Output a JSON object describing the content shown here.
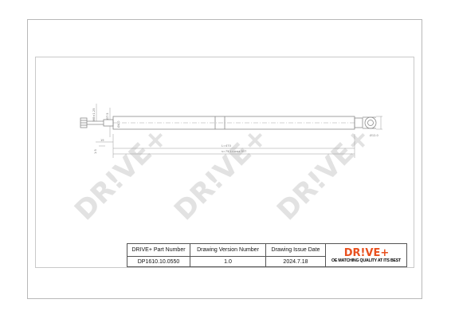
{
  "drawing": {
    "watermark_text": "DR!VE+",
    "dimensions": {
      "thread": "M8×1.25",
      "shaft_dia": "Ø7.5",
      "body_dia": "Ø4.0",
      "eye_dia": "Ø12.0",
      "stroke": "L=470",
      "stroke_detail": "s=75  L=max 517",
      "offset": "19",
      "small_tol": "1:5"
    }
  },
  "title_block": {
    "part_number_label": "DRIVE+ Part Number",
    "part_number_value": "DP1610.10.0550",
    "drawing_version_label": "Drawing Version Number",
    "drawing_version_value": "1.0",
    "issue_date_label": "Drawing Issue Date",
    "issue_date_value": "2024.7.18",
    "brand_text": "DR!VE+",
    "brand_tagline": "OE MATCHING QUALITY AT ITS BEST"
  },
  "colors": {
    "brand_orange": "#e8501e",
    "watermark_gray": "#e4e4e4",
    "line_gray": "#8a8a8a"
  }
}
